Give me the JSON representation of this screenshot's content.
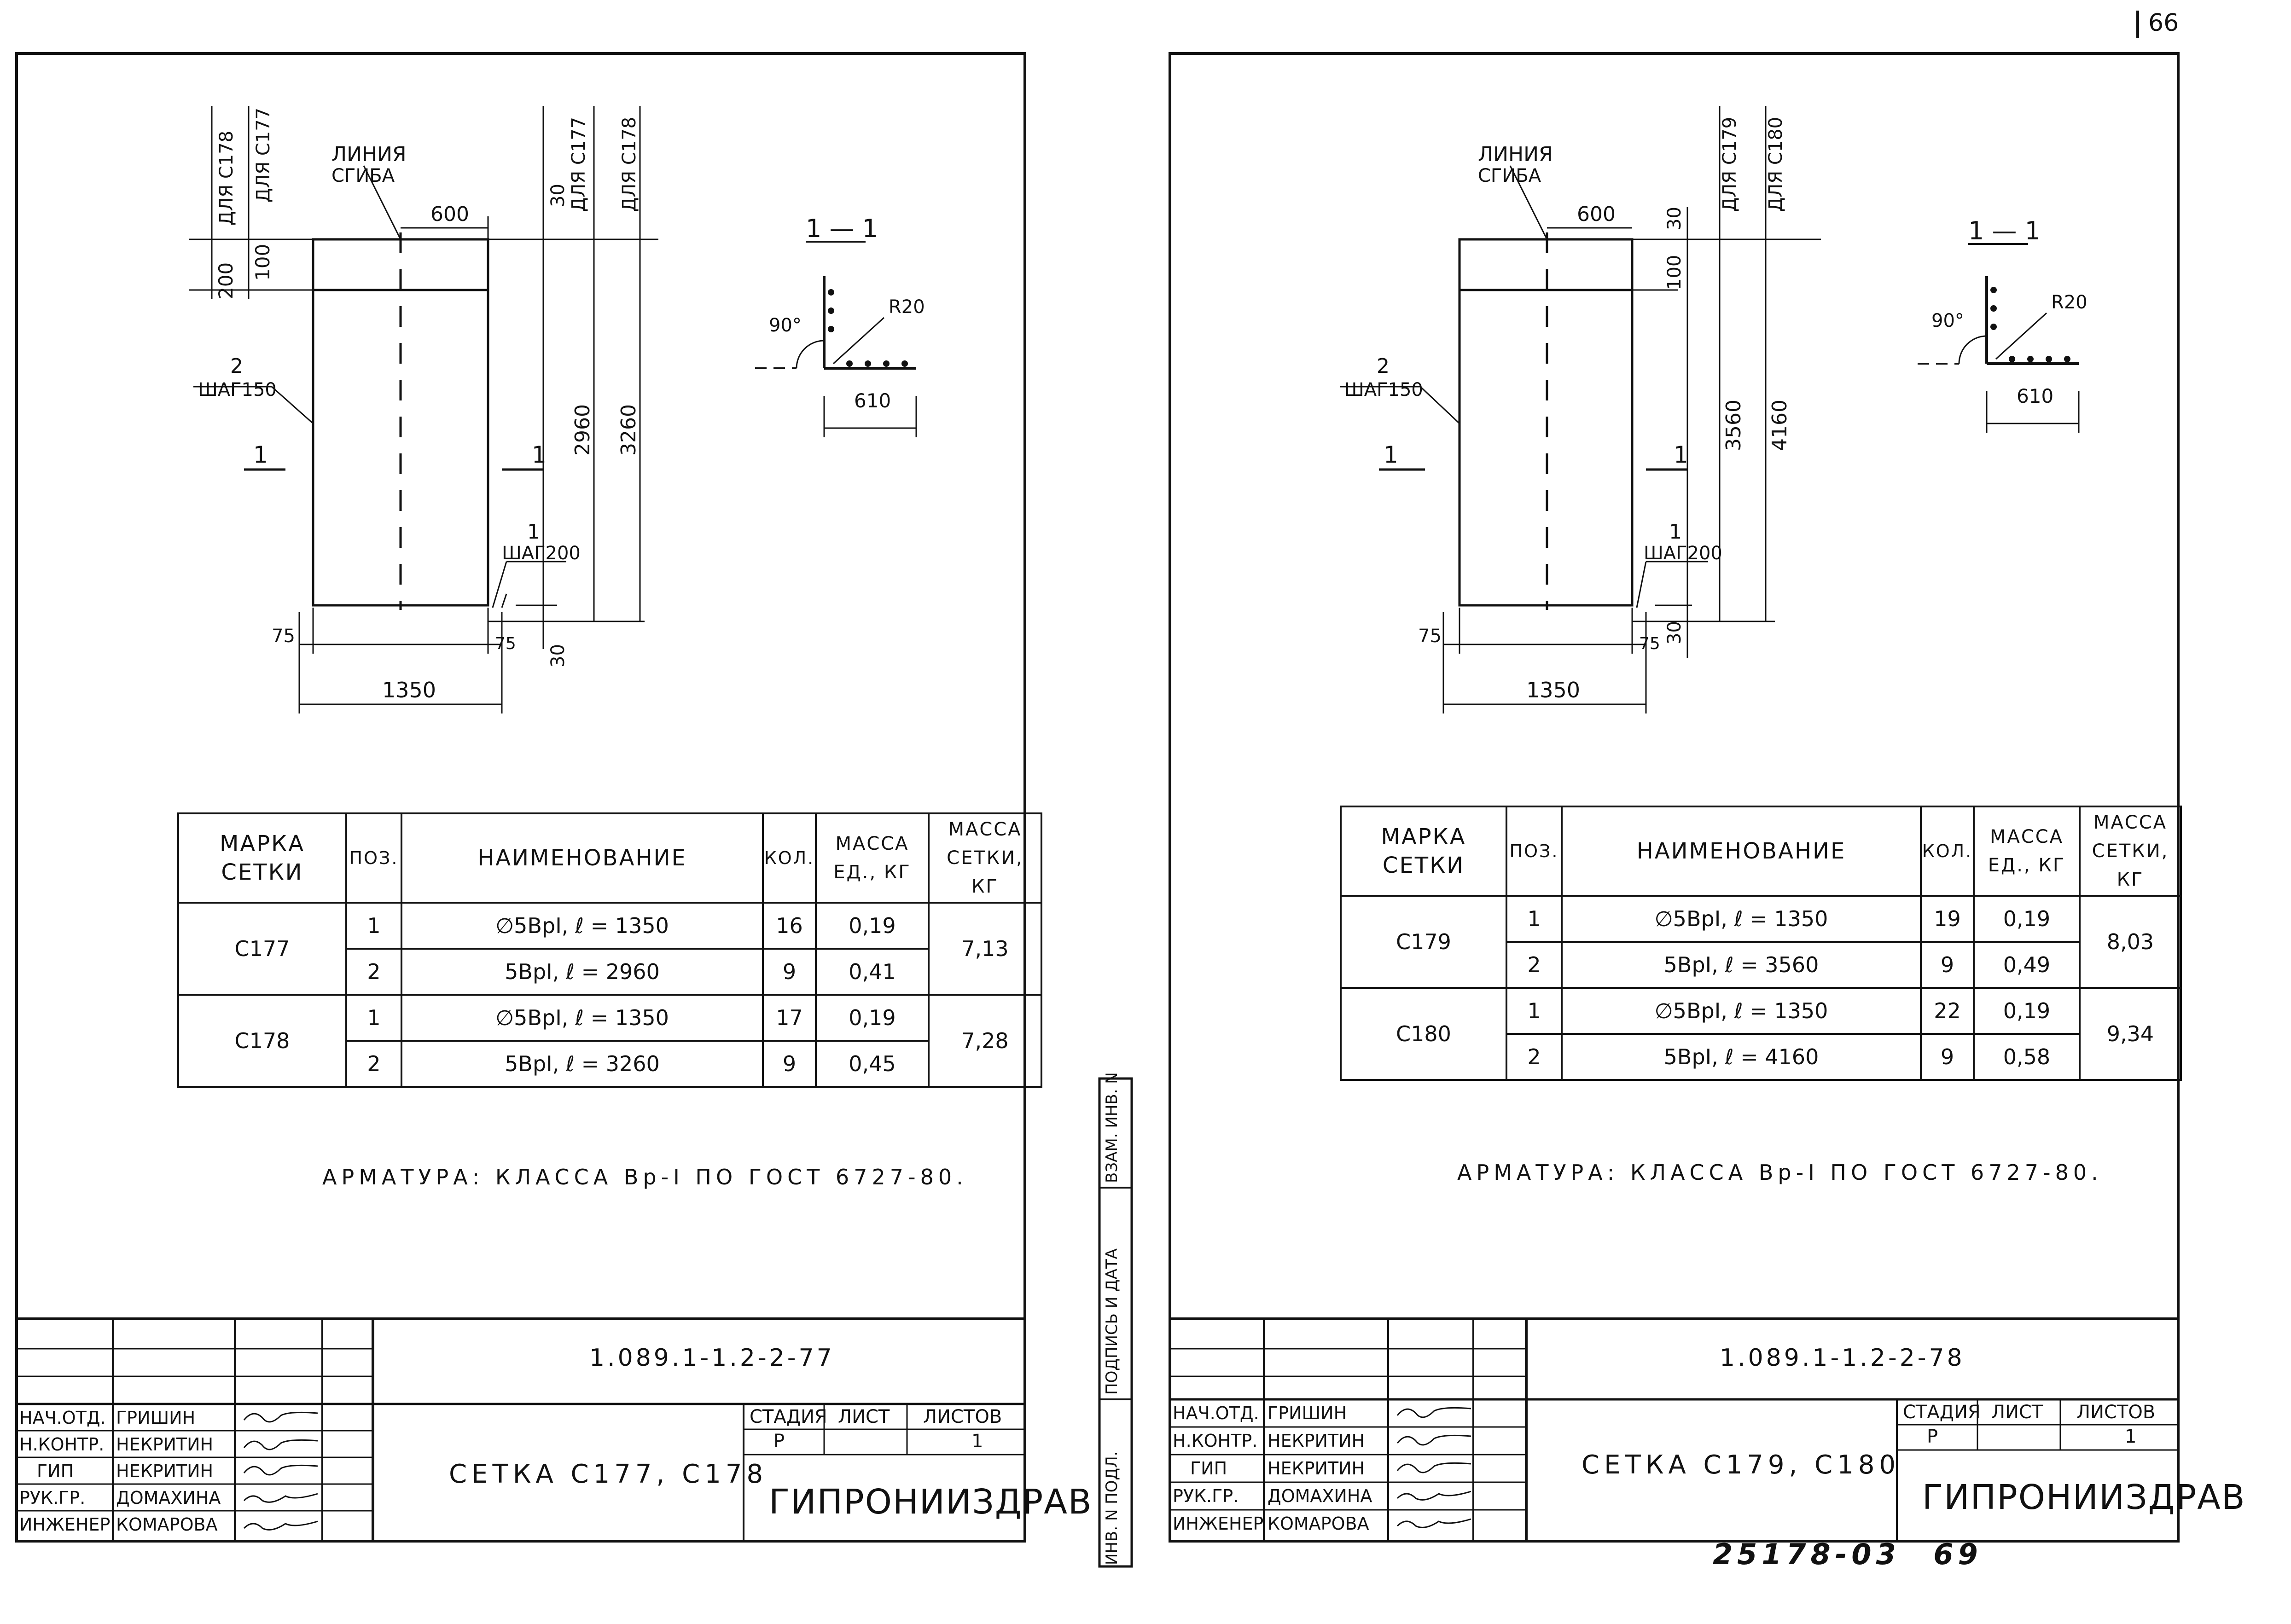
{
  "page_corner": "66",
  "bottom_note": {
    "number": "25178-03",
    "page": "69"
  },
  "vertical_strip": {
    "inv_podl": "ИНВ. N ПОДЛ.",
    "podpis": "ПОДПИСЬ И ДАТА",
    "vzam": "ВЗАМ. ИНВ. N"
  },
  "sheets": [
    {
      "drawing": {
        "bend_label_1": "ЛИНИЯ",
        "bend_label_2": "СГИБА",
        "dim_600": "600",
        "dim_30_top": "30",
        "dim_30_bottom": "30",
        "dim_100": "100",
        "dim_200": "200",
        "label_for_a": "ДЛЯ С178",
        "label_for_b": "ДЛЯ С177",
        "label_for_c": "ДЛЯ С177",
        "label_for_d": "ДЛЯ С178",
        "dim_inner": "2960",
        "dim_outer": "3260",
        "pos2_num": "2",
        "pos2_step": "ШАГ150",
        "pos1_num": "1",
        "pos1_step": "ШАГ200",
        "section_mark": "1",
        "dim_75_left": "75",
        "dim_75_right": "75",
        "dim_1350": "1350",
        "section_title": "1 — 1",
        "angle": "90°",
        "radius": "R20",
        "dim_610": "610"
      },
      "table": {
        "headers": [
          "МАРКА СЕТКИ",
          "ПОЗ.",
          "НАИМЕНОВАНИЕ",
          "КОЛ.",
          "МАССА ЕД., КГ",
          "МАССА СЕТКИ, КГ"
        ],
        "groups": [
          {
            "mark": "С177",
            "total": "7,13",
            "rows": [
              {
                "pos": "1",
                "name": "∅5ВрI,  ℓ = 1350",
                "qty": "16",
                "mass": "0,19"
              },
              {
                "pos": "2",
                "name": "5ВрI,  ℓ = 2960",
                "qty": "9",
                "mass": "0,41"
              }
            ]
          },
          {
            "mark": "С178",
            "total": "7,28",
            "rows": [
              {
                "pos": "1",
                "name": "∅5ВрI,  ℓ = 1350",
                "qty": "17",
                "mass": "0,19"
              },
              {
                "pos": "2",
                "name": "5ВрI,  ℓ = 3260",
                "qty": "9",
                "mass": "0,45"
              }
            ]
          }
        ]
      },
      "note": "АРМАТУРА: КЛАССА  Вр-I  ПО  ГОСТ 6727-80.",
      "stamp": {
        "code": "1.089.1-1.2-2-77",
        "title": "СЕТКА  С177, С178",
        "org": "ГИПРОНИИЗДРАВ",
        "stage_label": "СТАДИЯ",
        "sheet_label": "ЛИСТ",
        "sheets_label": "ЛИСТОВ",
        "stage": "Р",
        "sheet": "1",
        "people": [
          {
            "role": "НАЧ.ОТД.",
            "name": "ГРИШИН"
          },
          {
            "role": "Н.КОНТР.",
            "name": "НЕКРИТИН"
          },
          {
            "role": "ГИП",
            "name": "НЕКРИТИН"
          },
          {
            "role": "РУК.ГР.",
            "name": "ДОМАХИНА"
          },
          {
            "role": "ИНЖЕНЕР",
            "name": "КОМАРОВА"
          }
        ]
      }
    },
    {
      "drawing": {
        "bend_label_1": "ЛИНИЯ",
        "bend_label_2": "СГИБА",
        "dim_600": "600",
        "dim_30_top": "30",
        "dim_30_bottom": "30",
        "dim_100": "100",
        "label_for_a": "ДЛЯ С179",
        "label_for_b": "ДЛЯ С180",
        "dim_inner": "3560",
        "dim_outer": "4160",
        "pos2_num": "2",
        "pos2_step": "ШАГ150",
        "pos1_num": "1",
        "pos1_step": "ШАГ200",
        "section_mark": "1",
        "dim_75_left": "75",
        "dim_75_right": "75",
        "dim_1350": "1350",
        "section_title": "1 — 1",
        "angle": "90°",
        "radius": "R20",
        "dim_610": "610"
      },
      "table": {
        "headers": [
          "МАРКА СЕТКИ",
          "ПОЗ.",
          "НАИМЕНОВАНИЕ",
          "КОЛ.",
          "МАССА ЕД., КГ",
          "МАССА СЕТКИ, КГ"
        ],
        "groups": [
          {
            "mark": "С179",
            "total": "8,03",
            "rows": [
              {
                "pos": "1",
                "name": "∅5ВрI,  ℓ = 1350",
                "qty": "19",
                "mass": "0,19"
              },
              {
                "pos": "2",
                "name": "5ВрI,  ℓ = 3560",
                "qty": "9",
                "mass": "0,49"
              }
            ]
          },
          {
            "mark": "С180",
            "total": "9,34",
            "rows": [
              {
                "pos": "1",
                "name": "∅5ВрI,  ℓ = 1350",
                "qty": "22",
                "mass": "0,19"
              },
              {
                "pos": "2",
                "name": "5ВрI,  ℓ = 4160",
                "qty": "9",
                "mass": "0,58"
              }
            ]
          }
        ]
      },
      "note": "АРМАТУРА: КЛАССА  Вр-I  ПО  ГОСТ 6727-80.",
      "stamp": {
        "code": "1.089.1-1.2-2-78",
        "title": "СЕТКА  С179, С180",
        "org": "ГИПРОНИИЗДРАВ",
        "stage_label": "СТАДИЯ",
        "sheet_label": "ЛИСТ",
        "sheets_label": "ЛИСТОВ",
        "stage": "Р",
        "sheet": "1",
        "people": [
          {
            "role": "НАЧ.ОТД.",
            "name": "ГРИШИН"
          },
          {
            "role": "Н.КОНТР.",
            "name": "НЕКРИТИН"
          },
          {
            "role": "ГИП",
            "name": "НЕКРИТИН"
          },
          {
            "role": "РУК.ГР.",
            "name": "ДОМАХИНА"
          },
          {
            "role": "ИНЖЕНЕР",
            "name": "КОМАРОВА"
          }
        ]
      }
    }
  ]
}
